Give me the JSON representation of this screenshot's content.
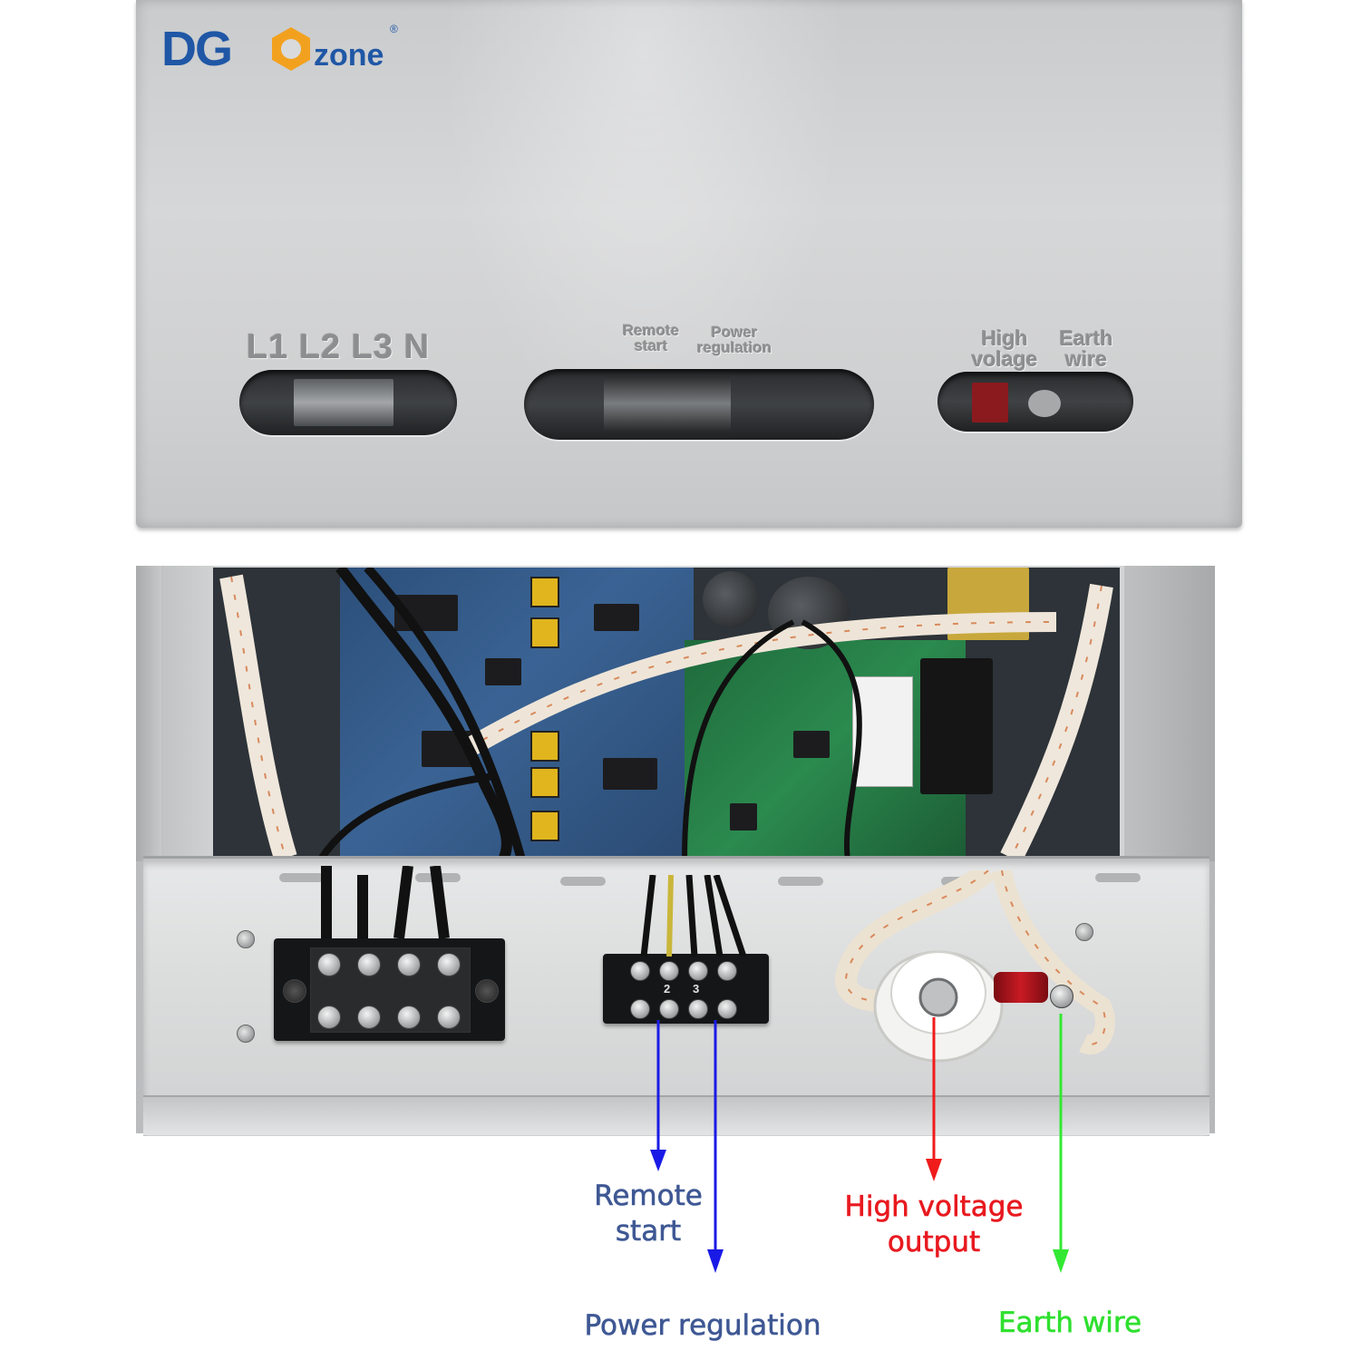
{
  "brand": {
    "logo_prefix": "DG",
    "logo_suffix": "zone",
    "registered_mark": "®",
    "colors": {
      "blue": "#1f57a6",
      "orange": "#f2a11f"
    }
  },
  "cover_labels": {
    "phases": "L1 L2 L3 N",
    "remote_start": [
      "Remote",
      "start"
    ],
    "power_regulation": [
      "Power",
      "regulation"
    ],
    "high_voltage": [
      "High",
      "volage"
    ],
    "earth_wire": [
      "Earth",
      "wire"
    ]
  },
  "terminals": {
    "signal_block_numbers": [
      "2",
      "3"
    ]
  },
  "annotations": {
    "remote_start": {
      "lines": [
        "Remote",
        "start"
      ],
      "color": "#3f5894",
      "arrow_color": "#1a1ae6"
    },
    "power_regulation": {
      "text": "Power regulation",
      "color": "#3f5894",
      "arrow_color": "#1a1ae6"
    },
    "high_voltage": {
      "lines": [
        "High voltage",
        "output"
      ],
      "color": "#e8191f",
      "arrow_color": "#f01b1b"
    },
    "earth_wire": {
      "text": "Earth wire",
      "color": "#2fe02f",
      "arrow_color": "#33e833"
    }
  },
  "icons": [
    "dgozone-logo-icon",
    "hex-nut-icon",
    "terminal-screw-icon",
    "insulator-icon",
    "arrow-down-icon"
  ]
}
